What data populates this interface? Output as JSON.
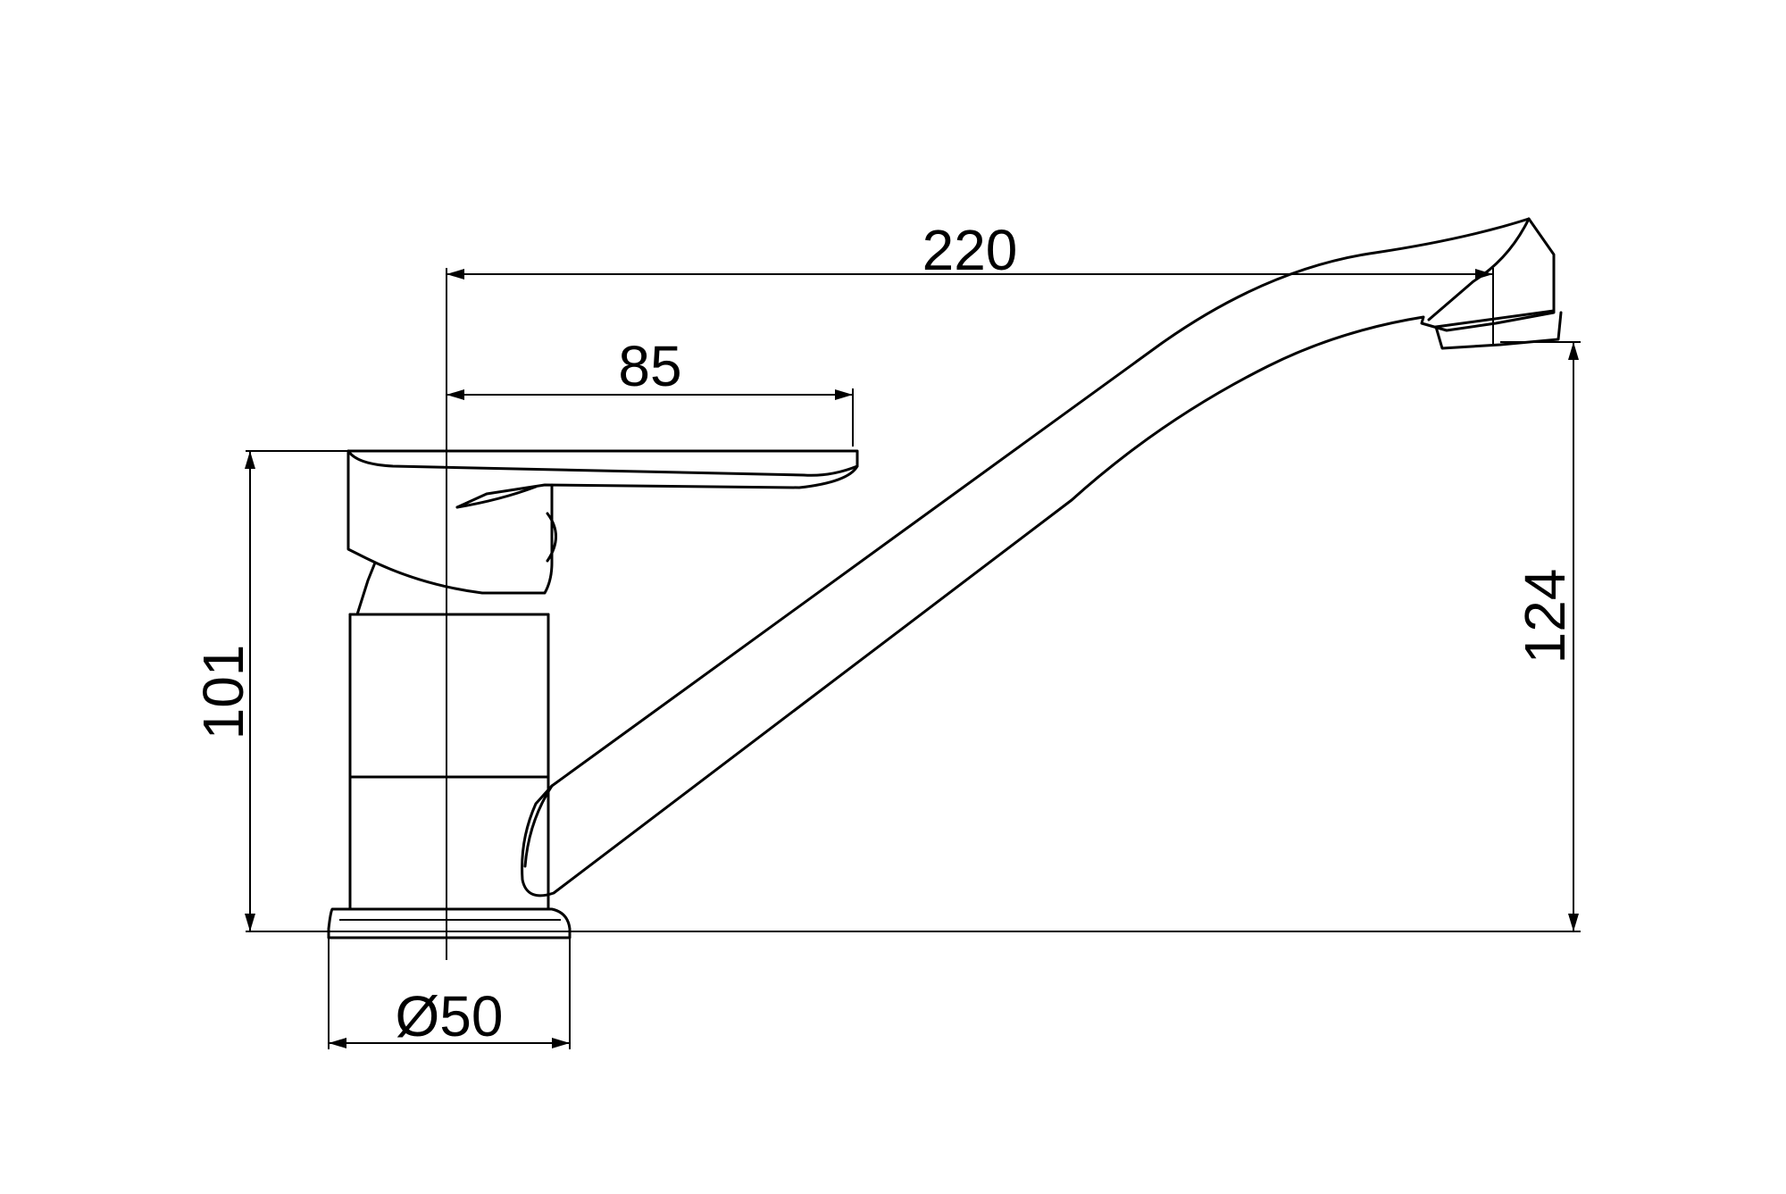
{
  "drawing": {
    "dimensions": {
      "overall_reach": "220",
      "handle_length": "85",
      "body_height": "101",
      "spout_height": "124",
      "base_diameter": "Ø50"
    },
    "colors": {
      "line": "#000000",
      "background": "#ffffff"
    }
  }
}
